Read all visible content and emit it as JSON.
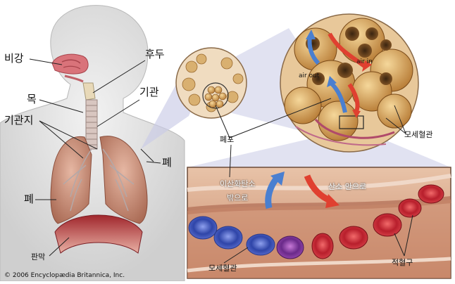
{
  "labels": {
    "nasal_cavity": "비강",
    "larynx": "후두",
    "throat": "목",
    "trachea": "기관",
    "bronchi": "기관지",
    "lung_right": "폐",
    "lung_left": "폐",
    "diaphragm": "판막",
    "alveoli": "폐포",
    "capillary_top": "모세혈관",
    "capillary_bottom": "모세혈관",
    "co2_out_line1": "이산화탄소",
    "co2_out_line2": "밖으로",
    "oxygen_in": "산소 안으로",
    "red_blood_cells": "적혈구",
    "air_in": "air in",
    "air_out": "air out"
  },
  "copyright": "© 2006 Encyclopædia Britannica, Inc.",
  "colors": {
    "skin": "#dcdcdc",
    "lung": "#c98f78",
    "capillary_bg": "#d8a98b",
    "alveoli": "#e2b46a",
    "red_cell": "#c8323a",
    "blue_cell": "#4a5fc4",
    "arrow_red": "#e04030",
    "arrow_blue": "#4a7fd0",
    "zoom_wedge": "#c9cbe6"
  }
}
